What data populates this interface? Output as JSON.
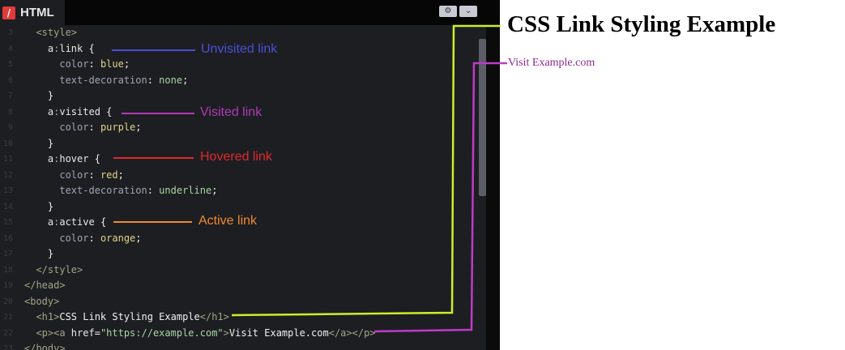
{
  "tab": {
    "icon": "/",
    "label": "HTML"
  },
  "header_buttons": {
    "settings_icon": "gear-icon",
    "collapse_icon": "chevron-down-icon"
  },
  "code_lines": [
    {
      "n": "3",
      "parts": [
        [
          "tag",
          "  <style>"
        ]
      ]
    },
    {
      "n": "4",
      "parts": [
        [
          "sel",
          "    a"
        ],
        [
          "prop",
          ":"
        ],
        [
          "sel",
          "link"
        ],
        [
          "txt",
          " {"
        ]
      ]
    },
    {
      "n": "5",
      "parts": [
        [
          "prop",
          "      color"
        ],
        [
          "txt",
          ": "
        ],
        [
          "val",
          "blue"
        ],
        [
          "txt",
          ";"
        ]
      ]
    },
    {
      "n": "6",
      "parts": [
        [
          "prop",
          "      text-decoration"
        ],
        [
          "txt",
          ": "
        ],
        [
          "str",
          "none"
        ],
        [
          "txt",
          ";"
        ]
      ]
    },
    {
      "n": "7",
      "parts": [
        [
          "txt",
          "    }"
        ]
      ]
    },
    {
      "n": "8",
      "parts": [
        [
          "sel",
          "    a"
        ],
        [
          "prop",
          ":"
        ],
        [
          "sel",
          "visited"
        ],
        [
          "txt",
          " {"
        ]
      ]
    },
    {
      "n": "9",
      "parts": [
        [
          "prop",
          "      color"
        ],
        [
          "txt",
          ": "
        ],
        [
          "val",
          "purple"
        ],
        [
          "txt",
          ";"
        ]
      ]
    },
    {
      "n": "10",
      "parts": [
        [
          "txt",
          "    }"
        ]
      ]
    },
    {
      "n": "11",
      "parts": [
        [
          "sel",
          "    a"
        ],
        [
          "prop",
          ":"
        ],
        [
          "sel",
          "hover"
        ],
        [
          "txt",
          " {"
        ]
      ]
    },
    {
      "n": "12",
      "parts": [
        [
          "prop",
          "      color"
        ],
        [
          "txt",
          ": "
        ],
        [
          "val",
          "red"
        ],
        [
          "txt",
          ";"
        ]
      ]
    },
    {
      "n": "13",
      "parts": [
        [
          "prop",
          "      text-decoration"
        ],
        [
          "txt",
          ": "
        ],
        [
          "str",
          "underline"
        ],
        [
          "txt",
          ";"
        ]
      ]
    },
    {
      "n": "14",
      "parts": [
        [
          "txt",
          "    }"
        ]
      ]
    },
    {
      "n": "15",
      "parts": [
        [
          "sel",
          "    a"
        ],
        [
          "prop",
          ":"
        ],
        [
          "sel",
          "active"
        ],
        [
          "txt",
          " {"
        ]
      ]
    },
    {
      "n": "16",
      "parts": [
        [
          "prop",
          "      color"
        ],
        [
          "txt",
          ": "
        ],
        [
          "val",
          "orange"
        ],
        [
          "txt",
          ";"
        ]
      ]
    },
    {
      "n": "17",
      "parts": [
        [
          "txt",
          "    }"
        ]
      ]
    },
    {
      "n": "18",
      "parts": [
        [
          "tag",
          "  </style>"
        ]
      ]
    },
    {
      "n": "19",
      "parts": [
        [
          "tag",
          "</head>"
        ]
      ]
    },
    {
      "n": "20",
      "parts": [
        [
          "tag",
          "<body>"
        ]
      ]
    },
    {
      "n": "21",
      "parts": [
        [
          "tag",
          "  <h1>"
        ],
        [
          "txt",
          "CSS Link Styling Example"
        ],
        [
          "tag",
          "</h1>"
        ]
      ]
    },
    {
      "n": "22",
      "parts": [
        [
          "tag",
          "  <p><a "
        ],
        [
          "sel",
          "href"
        ],
        [
          "txt",
          "="
        ],
        [
          "str",
          "\"https://example.com\""
        ],
        [
          "tag",
          ">"
        ],
        [
          "txt",
          "Visit Example.com"
        ],
        [
          "tag",
          "</a></p>"
        ]
      ]
    },
    {
      "n": "23",
      "parts": [
        [
          "tag",
          "</body>"
        ]
      ]
    }
  ],
  "annotations": [
    {
      "text": "Unvisited link",
      "color": "#4a4fd6"
    },
    {
      "text": "Visited link",
      "color": "#b03ab6"
    },
    {
      "text": "Hovered link",
      "color": "#e02a2a"
    },
    {
      "text": "Active link",
      "color": "#f08a30"
    }
  ],
  "preview": {
    "title": "CSS Link Styling Example",
    "link_text": "Visit Example.com",
    "title_connector_color": "#c8f02a",
    "link_connector_color": "#c03ac8"
  }
}
